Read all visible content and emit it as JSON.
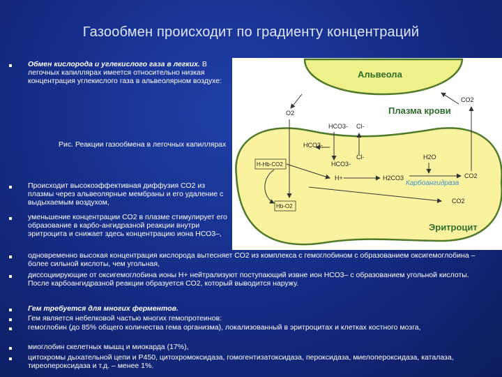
{
  "title": "Газообмен происходит по градиенту концентраций",
  "bullet1": {
    "heading": "Обмен кислорода и углекислого газа в легких.",
    "text": "В легочных капиллярах имеется относительно низкая концентрация углекислого газа в альвеолярном воздухе:"
  },
  "caption": "Рис. Реакции газообмена в легочных капиллярах",
  "bullets": [
    "Происходит высокоэффективная диффузия СО2 из плазмы через альвеолярные мембраны и его удаление с выдыхаемым воздухом,",
    "уменьшение концентрации СО2 в плазме стимулирует его образование в карбо-ангидразной реакции внутри эритроцита и снижает здесь концентрацию иона НСО3–,",
    "одновременно высокая концентрация кислорода вытесняет СО2 из комплекса с гемоглобином с образованием оксигемоглобина – более сильной кислоты, чем угольная,",
    "диссоциирующие от оксигемоглобина ионы Н+ нейтрализуют поступающий извне ион НСО3– с образованием угольной кислоты. После карбоангидразной реакции образуется СО2, который выводится наружу."
  ],
  "heme": {
    "heading": "Гем требуется для многих ферментов.",
    "items": [
      "Гем является небелковой частью многих гемопротеинов:",
      "гемоглобин (до 85% общего количества гема организма), локализованный в эритроцитах и клетках костного мозга,",
      "миоглобин скелетных мышц и миокарда (17%),",
      "цитохромы дыхательной цепи и Р450, цитохромоксидаза, гомогентизатоксидаза, пероксидаза, миелопероксидаза, каталаза, тиреопероксидаза и т.д. – менее 1%."
    ]
  },
  "diagram": {
    "alveola": "Альвеола",
    "plasma": "Плазма крови",
    "erythrocyte": "Эритроцит",
    "carbonic_anhydrase": "Карбоангидраза",
    "o2": "O2",
    "co2": "CO2",
    "hco3": "HCO3-",
    "cl": "Cl-",
    "h2o": "H2O",
    "h_plus": "H+",
    "h2co3": "H2CO3",
    "h_hb_co2": "H-Hb-CO2",
    "hb_o2": "Hb-O2"
  },
  "colors": {
    "background": "#142a82",
    "title": "#dfe6ff",
    "cell_fill": "#fbf2a0",
    "alveola_fill": "#eef08a",
    "outline": "#4f7a2a",
    "label_green": "#2d6e2d",
    "carbonic_anhydrase": "#3a8fd0"
  }
}
